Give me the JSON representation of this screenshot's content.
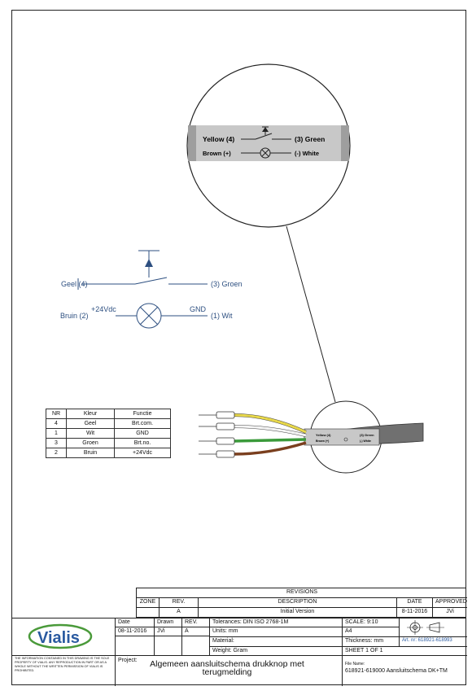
{
  "magnified_label": {
    "yellow": "Yellow (4)",
    "green": "(3) Green",
    "brown": "Brown (+)",
    "white": "(-) White"
  },
  "schematic": {
    "geel": "Geel (4)",
    "groen": "(3) Groen",
    "bruin": "Bruin (2)",
    "v24": "+24Vdc",
    "gnd": "GND",
    "wit": "(1) Wit"
  },
  "wire_table": {
    "headers": [
      "NR",
      "Kleur",
      "Functie"
    ],
    "rows": [
      [
        "4",
        "Geel",
        "Brt.com."
      ],
      [
        "1",
        "Wit",
        "GND"
      ],
      [
        "3",
        "Groen",
        "Brt.no."
      ],
      [
        "2",
        "Bruin",
        "+24Vdc"
      ]
    ]
  },
  "wire_colors": {
    "yellow": "#e8d84a",
    "white": "#f0f0f0",
    "green": "#3a9a3a",
    "brown": "#7a3f1e",
    "cable": "#707070",
    "schematic_blue": "#2d4f80"
  },
  "revisions": {
    "title": "REVISIONS",
    "headers": [
      "ZONE",
      "REV.",
      "DESCRIPTION",
      "DATE",
      "APPROVED"
    ],
    "row": [
      "",
      "A",
      "Initial Version",
      "8-11-2016",
      "JVi"
    ]
  },
  "titleblock": {
    "date_h": "Date",
    "drawn_h": "Drawn",
    "rev_h": "REV.",
    "date": "08-11-2016",
    "drawn": "JVi",
    "rev": "A",
    "tolerances": "Tolerances: DIN ISO 2768-1M",
    "units": "Units: mm",
    "material": "Material:",
    "weight": "Weight: Gram",
    "scale": "SCALE: 9:10",
    "size": "A4",
    "thickness": "Thickness: mm",
    "sheet": "SHEET 1 OF 1",
    "art_nr": "Art. nr: 618921-618993",
    "project_label": "Project:",
    "project": "Algemeen aansluitschema drukknop met terugmelding",
    "file_label": "File Name:",
    "file": "618921-619000 Aansluitschema DK+TM",
    "company": "Vialis",
    "disclaimer": "THE INFORMATION CONTAINED IN THIS DRAWING IS THE SOLE PROPERTY OF VIALIS. ANY REPRODUCTION IN PART OR AS A WHOLE WITHOUT THE WRITTEN PERMISSION OF VIALIS IS PROHIBITED."
  }
}
